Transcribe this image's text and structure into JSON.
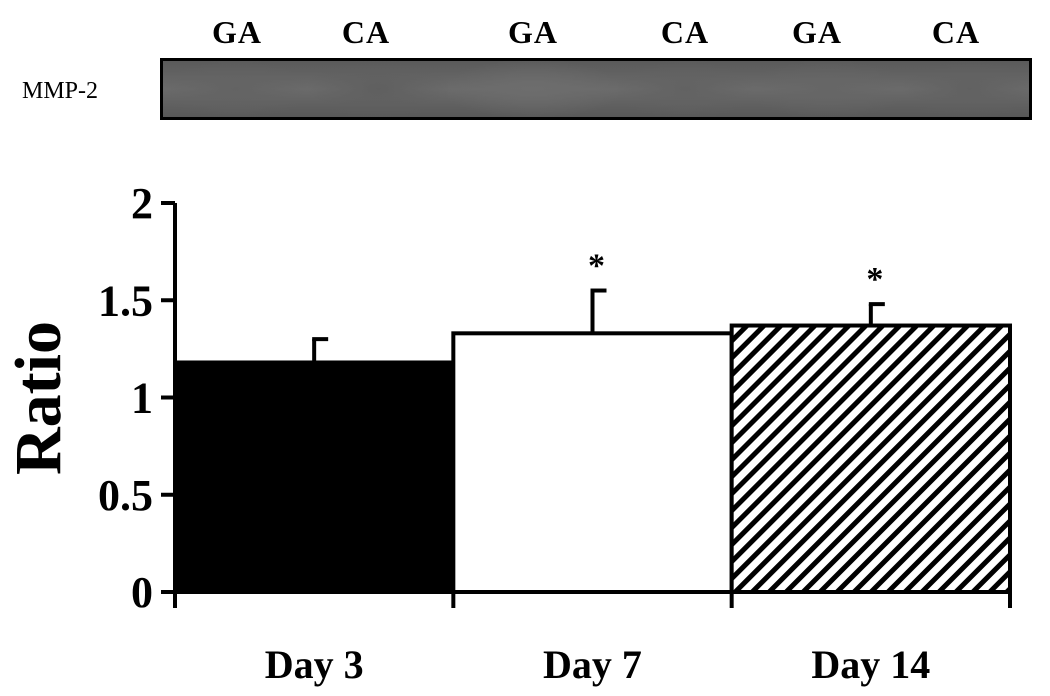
{
  "blot": {
    "label": "MMP-2",
    "lanes": [
      "GA",
      "CA",
      "GA",
      "CA",
      "GA",
      "CA"
    ],
    "lane_intensity": [
      0.42,
      0.36,
      0.55,
      0.4,
      0.46,
      0.38
    ]
  },
  "chart_data": {
    "type": "bar",
    "categories": [
      "Day 3",
      "Day 7",
      "Day 14"
    ],
    "values": [
      1.18,
      1.33,
      1.37
    ],
    "errors": [
      0.12,
      0.22,
      0.11
    ],
    "significance": [
      "",
      "*",
      "*"
    ],
    "fills": [
      "solid-black",
      "white",
      "diagonal-hatch"
    ],
    "title": "",
    "xlabel": "",
    "ylabel": "Ratio",
    "ylim": [
      0,
      2
    ],
    "yticks": [
      "0",
      "0.5",
      "1",
      "1.5",
      "2"
    ],
    "grid": false
  }
}
